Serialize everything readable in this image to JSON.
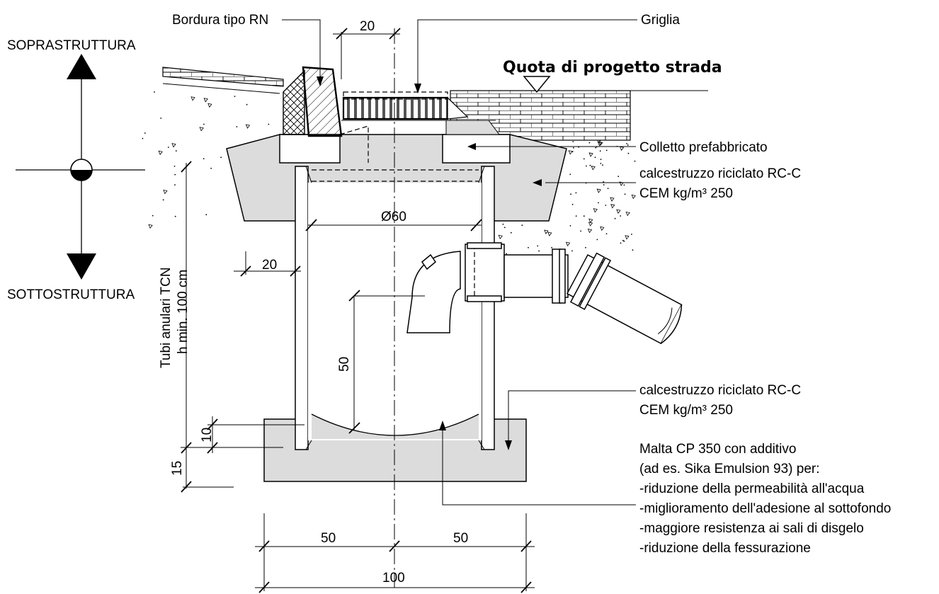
{
  "labels": {
    "soprastruttura": "SOPRASTRUTTURA",
    "sottostruttura": "SOTTOSTRUTTURA",
    "bordura": "Bordura tipo RN",
    "griglia": "Griglia",
    "quota": "Quota di progetto strada",
    "colletto": "Colletto prefabbricato",
    "cls_top_1": "calcestruzzo riciclato RC-C",
    "cls_top_2": "CEM kg/m³ 250",
    "cls_bot_1": "calcestruzzo riciclato RC-C",
    "cls_bot_2": "CEM kg/m³ 250",
    "tubi_1": "Tubi anulari TCN",
    "tubi_2": "h min. 100 cm",
    "malta": [
      "Malta CP 350 con additivo",
      "(ad es. Sika Emulsion 93) per:",
      "-riduzione della permeabilità all'acqua",
      "-miglioramento dell'adesione al sottofondo",
      "-maggiore resistenza ai sali di disgelo",
      "-riduzione della fessurazione"
    ]
  },
  "dimensions": {
    "top_20": "20",
    "wall_20": "20",
    "diameter": "Ø60",
    "height_50": "50",
    "height_10": "10",
    "base_15": "15",
    "width_left_50": "50",
    "width_right_50": "50",
    "width_100": "100"
  }
}
